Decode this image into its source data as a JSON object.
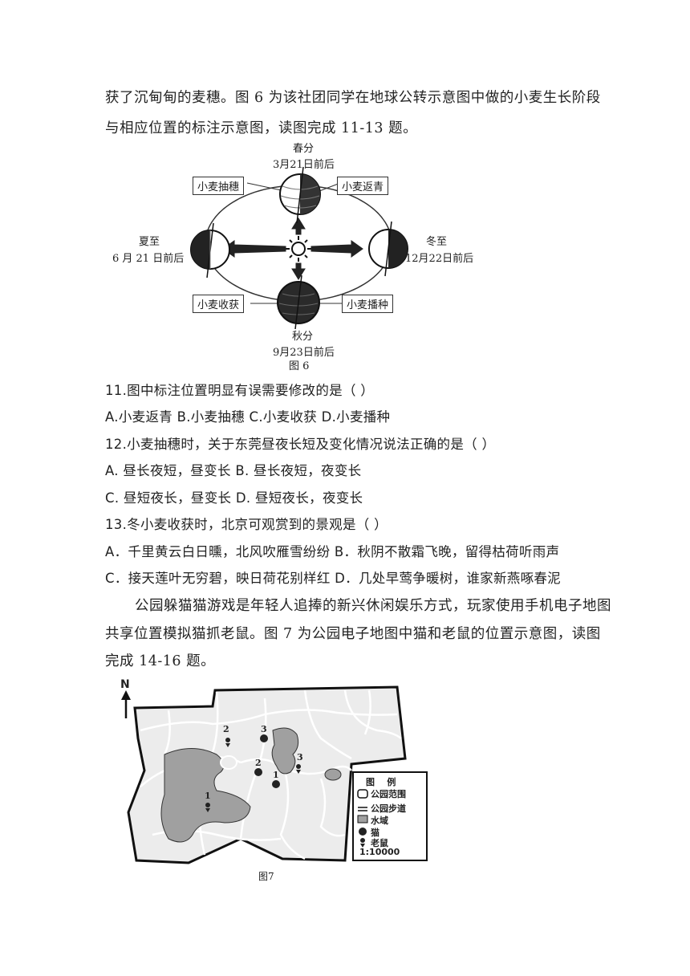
{
  "intro": {
    "line1": "获了沉甸甸的麦穗。图 6 为该社团同学在地球公转示意图中做的小麦生长阶段",
    "line2": "与相应位置的标注示意图，读图完成 11-13 题。"
  },
  "figure6": {
    "spring_name": "春分",
    "spring_date": "3月21日前后",
    "summer_name": "夏至",
    "summer_date": "6 月 21 日前后",
    "winter_name": "冬至",
    "winter_date": "12月22日前后",
    "autumn_name": "秋分",
    "autumn_date": "9月23日前后",
    "caption": "图 6",
    "tag_heading": "小麦抽穗",
    "tag_greening": "小麦返青",
    "tag_harvest": "小麦收获",
    "tag_sowing": "小麦播种"
  },
  "questions": {
    "q11": "11.图中标注位置明显有误需要修改的是（ ）",
    "q11_opts": "A.小麦返青 B.小麦抽穗 C.小麦收获 D.小麦播种",
    "q12": "12.小麦抽穗时，关于东莞昼夜长短及变化情况说法正确的是（ ）",
    "q12_optAB": "A.  昼长夜短，昼变长 B.  昼长夜短，夜变长",
    "q12_optCD": "C.  昼短夜长，昼变长 D.  昼短夜长，夜变长",
    "q13": "13.冬小麦收获时，北京可观赏到的景观是（ ）",
    "q13_optAB": "A．千里黄云白日曛，北风吹雁雪纷纷 B．秋阴不散霜飞晚，留得枯荷听雨声",
    "q13_optCD": "C．接天莲叶无穷碧，映日荷花别样红 D．几处早莺争暖树，谁家新燕啄春泥"
  },
  "intro2": {
    "line1": "公园躲猫猫游戏是年轻人追捧的新兴休闲娱乐方式，玩家使用手机电子地图",
    "line2": "共享位置模拟猫抓老鼠。图 7 为公园电子地图中猫和老鼠的位置示意图，读图",
    "line3": "完成 14-16 题。"
  },
  "figure7": {
    "north": "N",
    "legend_title": "图    例",
    "legend_boundary": "公园范围",
    "legend_path": "公园步道",
    "legend_water": "水域",
    "legend_cat": "猫",
    "legend_mouse": "老鼠",
    "scale": "1:10000",
    "caption": "图7",
    "labels": [
      "1",
      "2",
      "3",
      "1",
      "2",
      "3"
    ]
  }
}
